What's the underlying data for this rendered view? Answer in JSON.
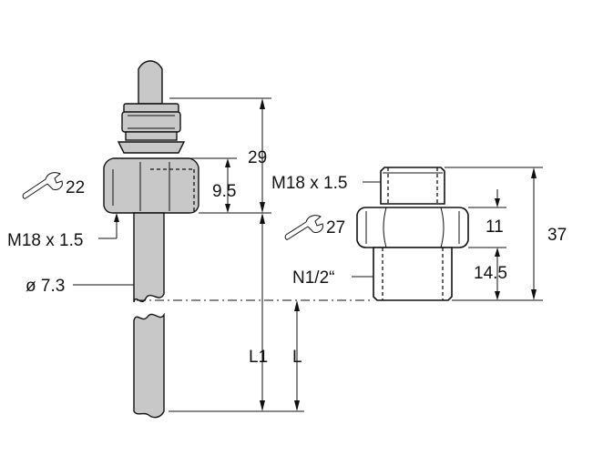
{
  "left_sensor": {
    "dim_height_top": "29",
    "dim_hex_height": "9.5",
    "wrench_size": "22",
    "thread": "M18 x 1.5",
    "probe_diameter": "ø 7.3",
    "length_total": "L1",
    "length_insertion": "L"
  },
  "right_adapter": {
    "thread_top": "M18 x 1.5",
    "wrench_size": "27",
    "thread_bottom": "N1/2“",
    "dim_hex_height": "11",
    "dim_thread_height": "14.5",
    "dim_total_height": "37"
  },
  "icons": [
    "wrench-icon",
    "wrench-icon"
  ]
}
